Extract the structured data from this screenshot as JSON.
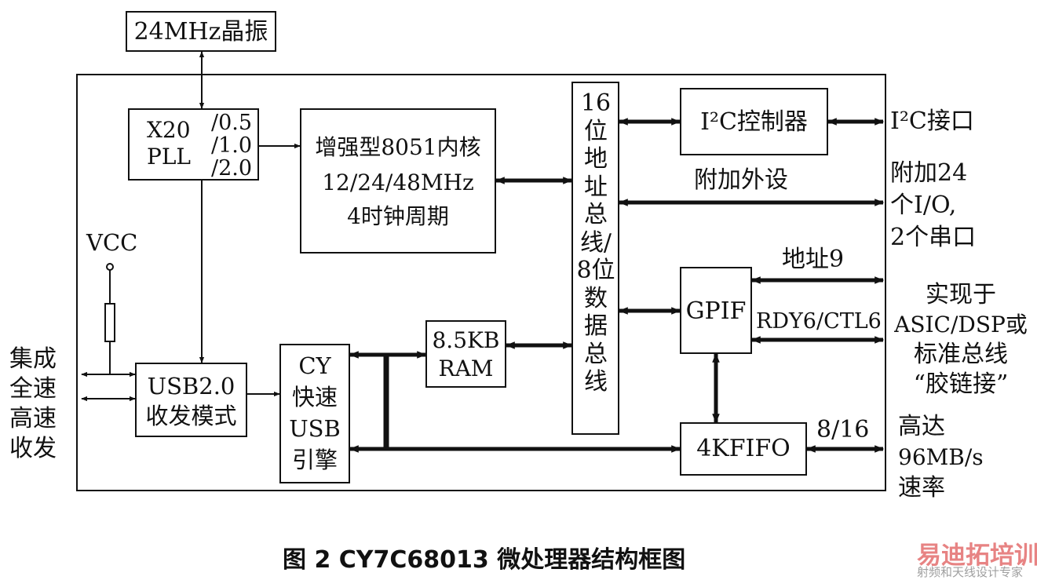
{
  "diagram": {
    "caption": "图 2    CY7C68013 微处理器结构框图",
    "blocks": {
      "crystal": "24MHz晶振",
      "pll_left": [
        "X20",
        "PLL"
      ],
      "pll_right": [
        "/0.5",
        "/1.0",
        "/2.0"
      ],
      "core": [
        "增强型8051内核",
        "12/24/48MHz",
        "4时钟周期"
      ],
      "bus": "16位地址总线/8位数据总线",
      "i2c_controller": "I²C控制器",
      "gpif": "GPIF",
      "fifo": "4KFIFO",
      "ram": [
        "8.5KB",
        "RAM"
      ],
      "cy_engine": [
        "CY",
        "快速",
        "USB",
        "引擎"
      ],
      "usb_transceiver": [
        "USB2.0",
        "收发模式"
      ]
    },
    "labels": {
      "vcc": "VCC",
      "i2c_interface": "I²C接口",
      "extra_peripheral": "附加外设",
      "extra_io": [
        "附加24",
        "个I/O,",
        "2个串口"
      ],
      "address": "地址9",
      "rdy_ctl": "RDY6/CTL6",
      "asic_glue": [
        "实现于",
        "ASIC/DSP或",
        "标准总线",
        "“胶链接”"
      ],
      "width": "8/16",
      "rate": [
        "高达",
        "96MB/s",
        "速率"
      ],
      "integrated": [
        "集成",
        "全速",
        "高速",
        "收发"
      ]
    },
    "watermark": {
      "brand": "易迪拓培训",
      "slogan": "射频和天线设计专家"
    },
    "colors": {
      "ink": "#111111",
      "watermark": "#e05a5a"
    }
  }
}
